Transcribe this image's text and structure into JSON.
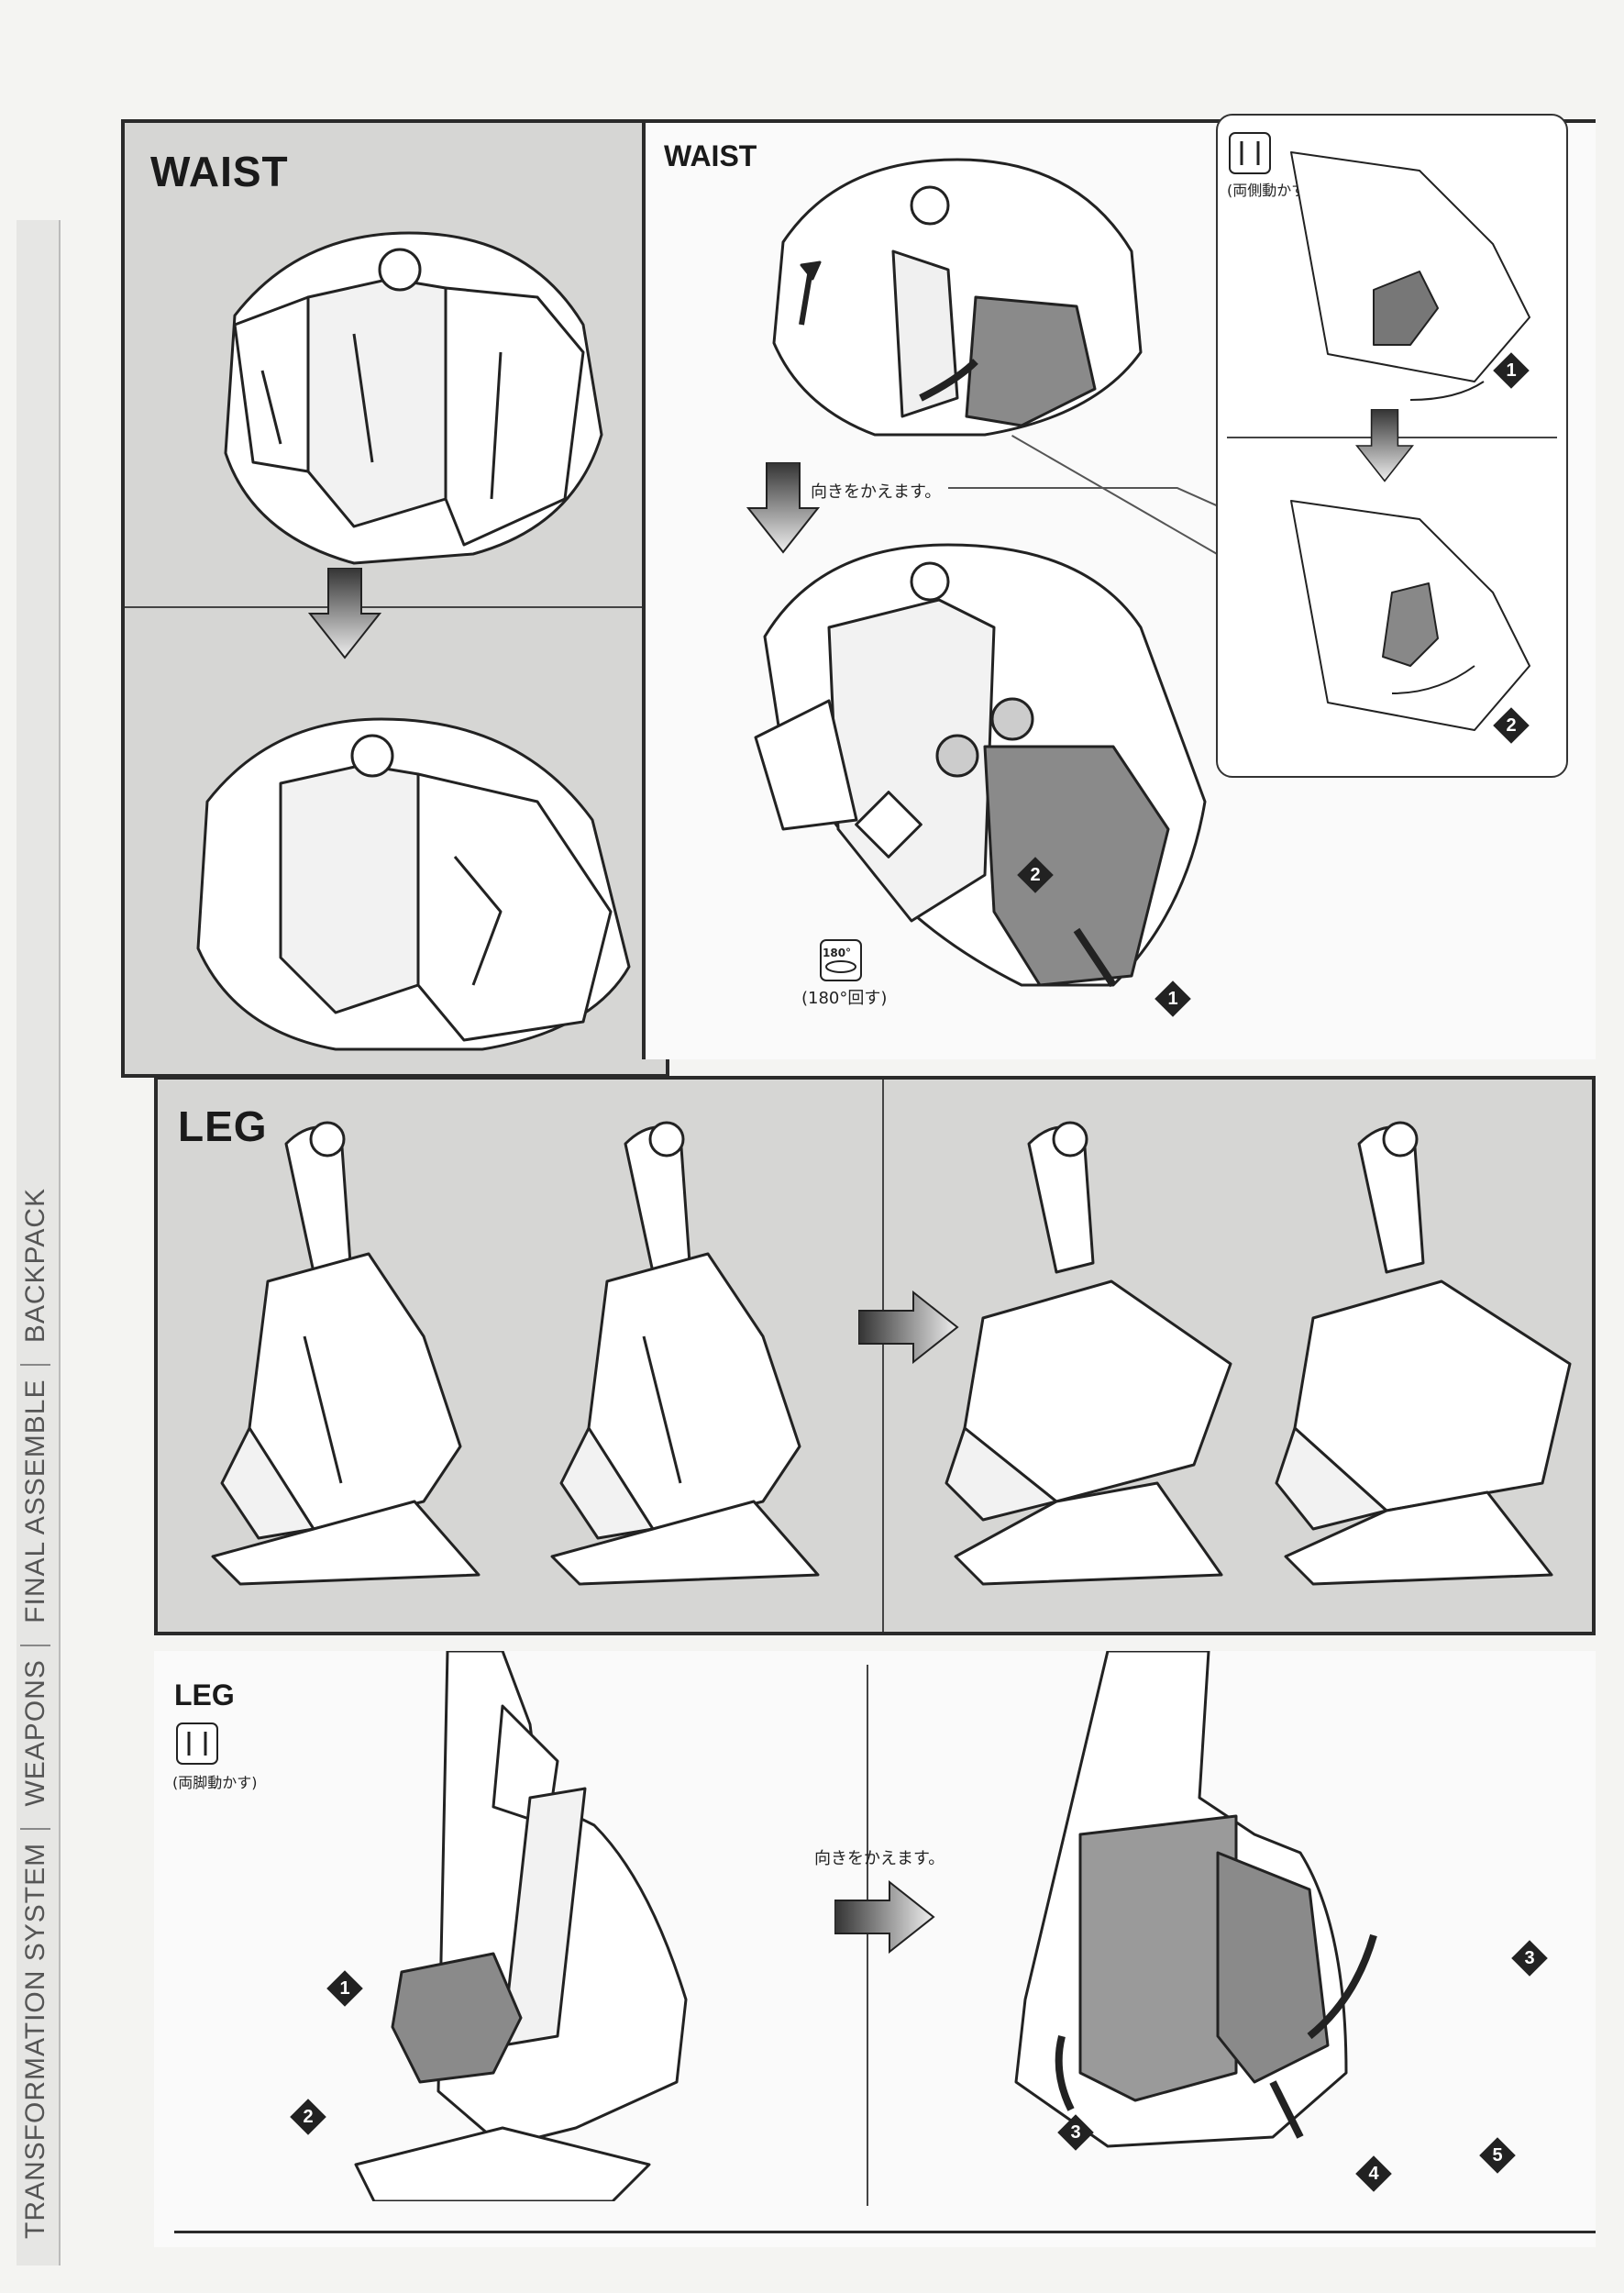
{
  "side_tab": {
    "labels": [
      "TRANSFORMATION SYSTEM",
      "WEAPONS",
      "FINAL ASSEMBLE",
      "BACKPACK"
    ]
  },
  "waist_left": {
    "title": "WAIST"
  },
  "waist_right": {
    "title": "WAIST",
    "inset_note": "(両側動かす)",
    "turn_note": "向きをかえます。",
    "rotate_icon_text": "180°",
    "rotate_note": "(180°回す)",
    "steps": [
      "1",
      "2",
      "1",
      "2"
    ]
  },
  "leg_top": {
    "title": "LEG"
  },
  "leg_bottom": {
    "title": "LEG",
    "both_note": "(両脚動かす)",
    "turn_note": "向きをかえます。",
    "steps_left": [
      "1",
      "2"
    ],
    "steps_right": [
      "3",
      "3",
      "4",
      "5"
    ]
  },
  "colors": {
    "panel_gray": "#d6d6d4",
    "ink": "#1a1a1a",
    "part_shade": "#8a8a8a"
  }
}
